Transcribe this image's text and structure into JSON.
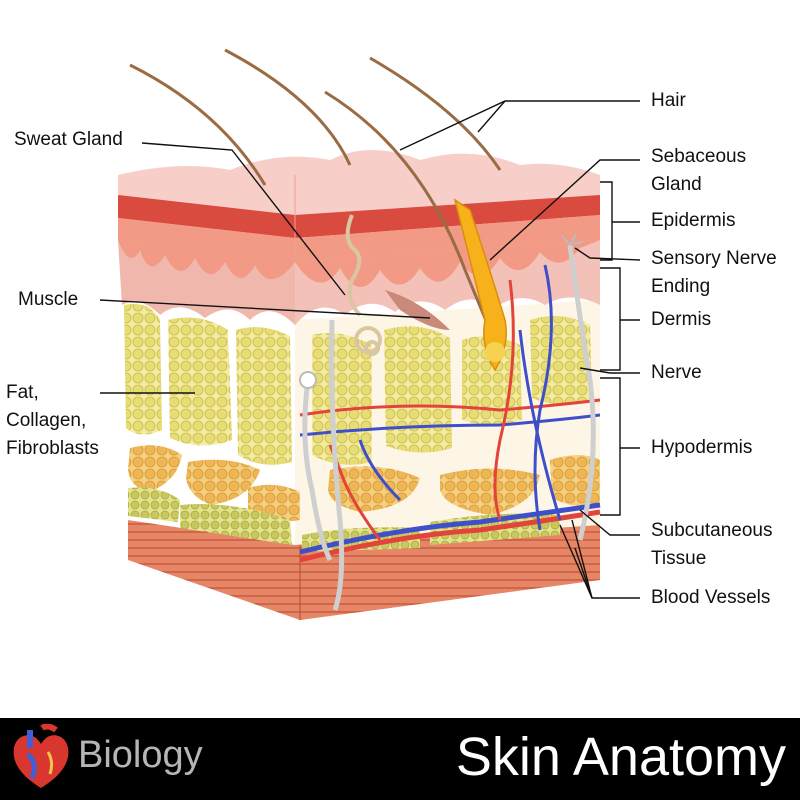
{
  "labels": {
    "hair": "Hair",
    "sweat_gland": "Sweat Gland",
    "sebaceous_gland": "Sebaceous\nGland",
    "epidermis": "Epidermis",
    "sensory_nerve_ending": "Sensory Nerve\nEnding",
    "muscle": "Muscle",
    "dermis": "Dermis",
    "nerve": "Nerve",
    "fat_collagen_fibroblasts": "Fat,\nCollagen,\nFibroblasts",
    "hypodermis": "Hypodermis",
    "subcutaneous_tissue": "Subcutaneous\nTissue",
    "blood_vessels": "Blood Vessels"
  },
  "footer": {
    "subject": "Biology",
    "title": "Skin Anatomy",
    "icon": "heart-icon"
  },
  "colors": {
    "epidermis_top": "#f8c9c4",
    "epidermis_red": "#d9473f",
    "dermis": "#f1b1a6",
    "fat_yellow": "#f1e89a",
    "fat_orange": "#f0bf62",
    "muscle_base": "#e2765a",
    "artery": "#e2443c",
    "vein": "#3f4fc9",
    "nerve": "#e8e8e8",
    "hair": "#9a6c45",
    "sebaceous": "#f7b21b",
    "footer_bg": "#000000"
  }
}
